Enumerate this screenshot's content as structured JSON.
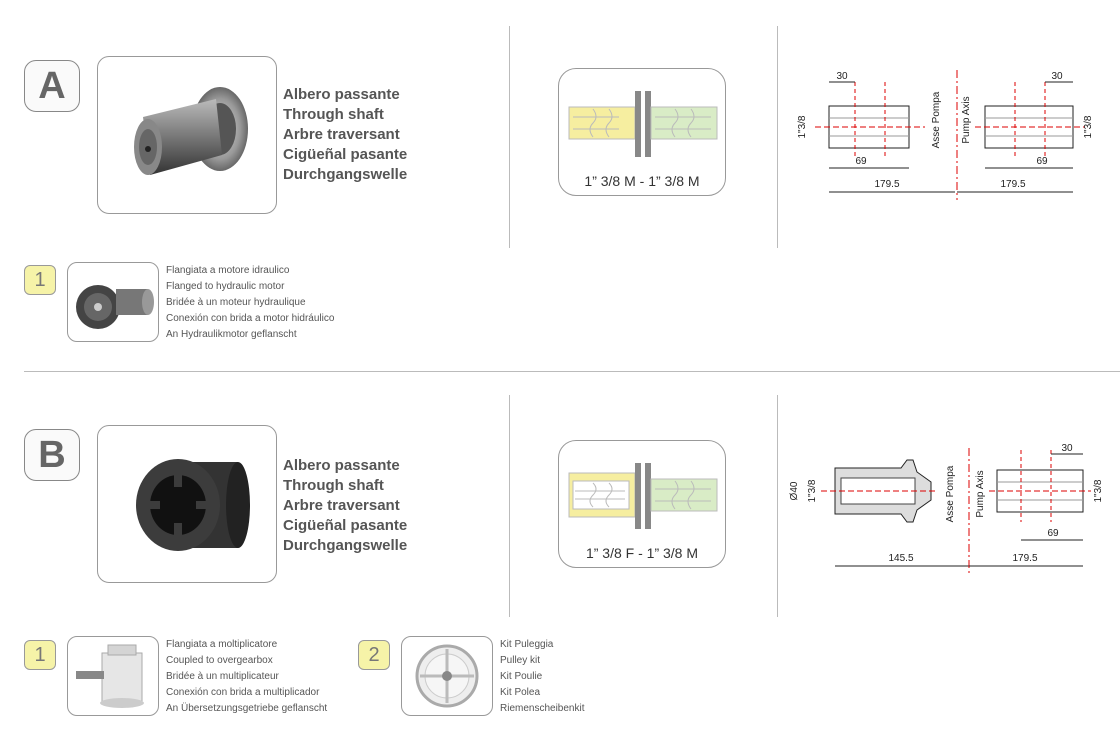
{
  "sectionA": {
    "letter": "A",
    "names": [
      "Albero passante",
      "Through shaft",
      "Arbre traversant",
      "Cigüeñal pasante",
      "Durchgangswelle"
    ],
    "shaft_label": "1” 3/8 M - 1” 3/8 M",
    "drawing": {
      "dim_left_top": "30",
      "dim_right_top": "30",
      "dim_left_side": "1\"3/8",
      "dim_right_side": "1\"3/8",
      "dim_left_mid": "69",
      "dim_right_mid": "69",
      "dim_left_total": "179.5",
      "dim_right_total": "179.5",
      "axis_it": "Asse Pompa",
      "axis_en": "Pump Axis"
    },
    "options": [
      {
        "number": "1",
        "lines": [
          "Flangiata a motore idraulico",
          "Flanged to hydraulic motor",
          "Bridée à un moteur hydraulique",
          "Conexión con brida a motor hidráulico",
          "An Hydraulikmotor geflanscht"
        ]
      }
    ]
  },
  "sectionB": {
    "letter": "B",
    "names": [
      "Albero passante",
      "Through shaft",
      "Arbre traversant",
      "Cigüeñal pasante",
      "Durchgangswelle"
    ],
    "shaft_label": "1” 3/8 F - 1” 3/8 M",
    "drawing": {
      "dim_left_dia": "Ø40",
      "dim_left_side": "1\"3/8",
      "dim_right_top": "30",
      "dim_right_side": "1\"3/8",
      "dim_right_mid": "69",
      "dim_left_total": "145.5",
      "dim_right_total": "179.5",
      "axis_it": "Asse Pompa",
      "axis_en": "Pump Axis"
    },
    "options": [
      {
        "number": "1",
        "lines": [
          "Flangiata a moltiplicatore",
          "Coupled to overgearbox",
          "Bridée à un multiplicateur",
          "Conexión con brida a multiplicador",
          "An Übersetzungsgetriebe geflanscht"
        ]
      },
      {
        "number": "2",
        "lines": [
          "Kit Puleggia",
          "Pulley kit",
          "Kit Poulie",
          "Kit Polea",
          "Riemenscheibenkit"
        ]
      }
    ]
  }
}
